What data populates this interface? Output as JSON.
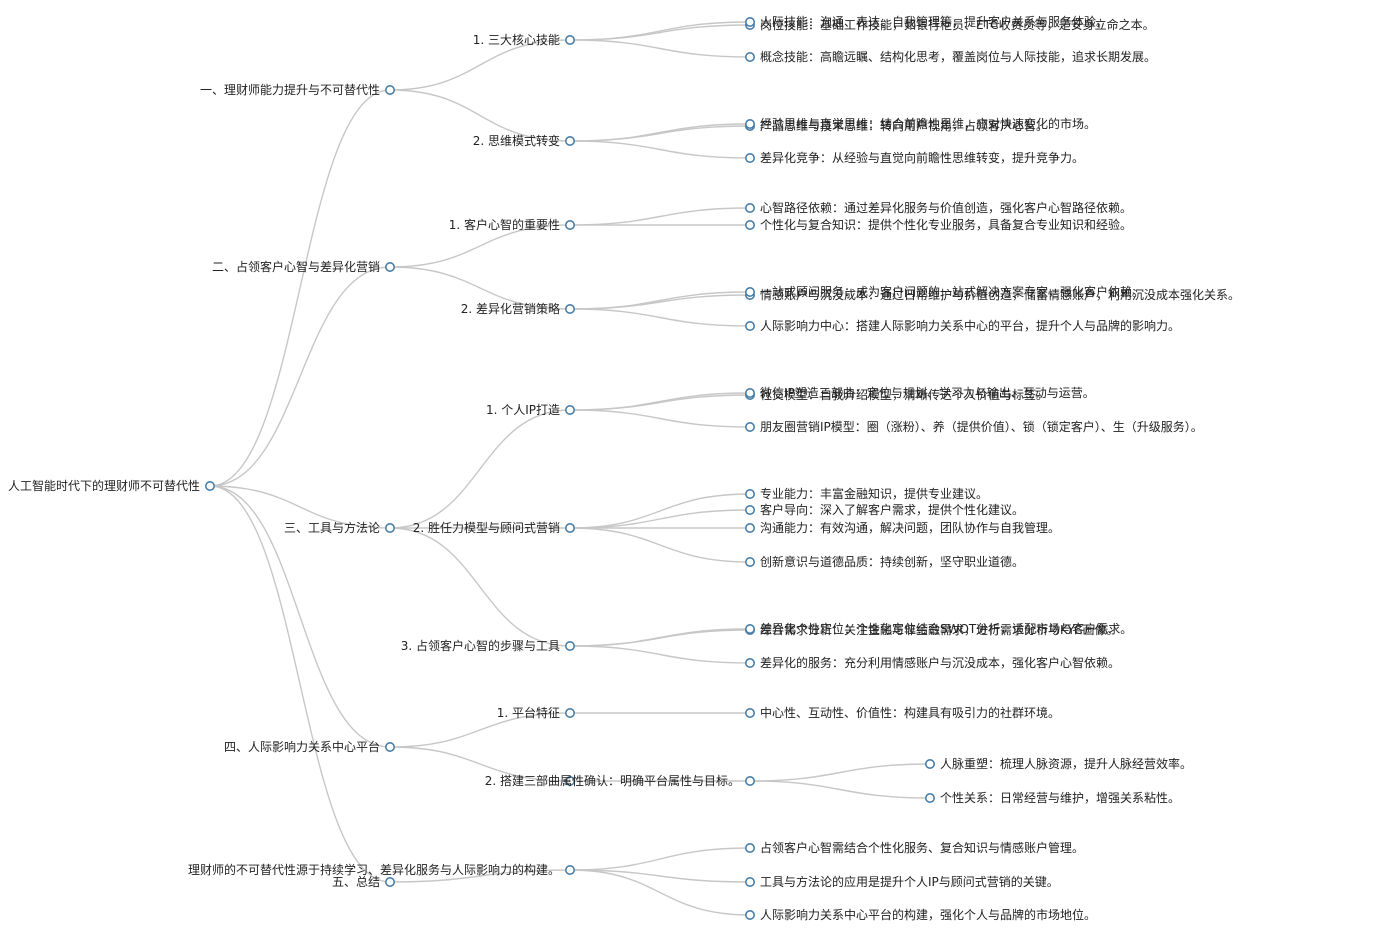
{
  "colors": {
    "link": "#c7c7c7",
    "node_stroke": "#4a7fa8",
    "node_fill": "#ffffff",
    "text": "#222222"
  },
  "tree": {
    "id": "root",
    "label": "人工智能时代下的理财师不可替代性",
    "children": [
      {
        "id": "s1",
        "label": "一、理财师能力提升与不可替代性",
        "children": [
          {
            "id": "s1a",
            "label": "1. 三大核心技能",
            "children": [
              {
                "id": "s1a1",
                "label": "岗位技能：基础工作技能，如银行柜员、ETC收费员等，是安身立命之本。"
              },
              {
                "id": "s1a2",
                "label": "人际技能：沟通、表达、自我管理等，提升客户关系与服务体验。"
              },
              {
                "id": "s1a3",
                "label": "概念技能：高瞻远瞩、结构化思考，覆盖岗位与人际技能，追求长期发展。"
              }
            ]
          },
          {
            "id": "s1b",
            "label": "2. 思维模式转变",
            "children": [
              {
                "id": "s1b1",
                "label": "产品思维与技术思维：转向用户视角，占领客户心智。"
              },
              {
                "id": "s1b2",
                "label": "经验思维与直觉思维：结合前瞻性思维，应对快速变化的市场。"
              },
              {
                "id": "s1b3",
                "label": "差异化竞争：从经验与直觉向前瞻性思维转变，提升竞争力。"
              }
            ]
          }
        ]
      },
      {
        "id": "s2",
        "label": "二、占领客户心智与差异化营销",
        "children": [
          {
            "id": "s2a",
            "label": "1. 客户心智的重要性",
            "children": [
              {
                "id": "s2a1",
                "label": "心智路径依赖：通过差异化服务与价值创造，强化客户心智路径依赖。"
              },
              {
                "id": "s2a2",
                "label": "个性化与复合知识：提供个性化专业服务，具备复合专业知识和经验。"
              }
            ]
          },
          {
            "id": "s2b",
            "label": "2. 差异化营销策略",
            "children": [
              {
                "id": "s2b1",
                "label": "情感账户与沉没成本：通过日常维护与价值创造，储蓄情感账户，利用沉没成本强化关系。"
              },
              {
                "id": "s2b2",
                "label": "一站式顾问服务：成为客户问题的一站式解决方案专家，强化客户依赖。"
              },
              {
                "id": "s2b3",
                "label": "人际影响力中心：搭建人际影响力关系中心的平台，提升个人与品牌的影响力。"
              }
            ]
          }
        ]
      },
      {
        "id": "s3",
        "label": "三、工具与方法论",
        "children": [
          {
            "id": "s3a",
            "label": "1. 个人IP打造",
            "children": [
              {
                "id": "s3a1",
                "label": "社交模型：自我介绍模型，清晰传达个人价值与标签。"
              },
              {
                "id": "s3a2",
                "label": "微信IP塑造三部曲：定位与规划、学习力与输出、互动与运营。"
              },
              {
                "id": "s3a3",
                "label": "朋友圈营销IP模型：圈（涨粉）、养（提供价值）、锁（锁定客户）、生（升级服务）。"
              }
            ]
          },
          {
            "id": "s3b",
            "label": "2. 胜任力模型与顾问式营销",
            "children": [
              {
                "id": "s3b1",
                "label": "客户导向：深入了解客户需求，提供个性化建议。"
              },
              {
                "id": "s3b2",
                "label": "专业能力：丰富金融知识，提供专业建议。"
              },
              {
                "id": "s3b3",
                "label": "沟通能力：有效沟通，解决问题，团队协作与自我管理。"
              },
              {
                "id": "s3b4",
                "label": "创新意识与道德品质：持续创新，坚守职业道德。"
              }
            ]
          },
          {
            "id": "s3c",
            "label": "3. 占领客户心智的步骤与工具",
            "children": [
              {
                "id": "s3c1",
                "label": "综合需求分析：关注金融与非金融需求，进行需求分析与KYC画像。"
              },
              {
                "id": "s3c2",
                "label": "差异化个性定位：个性化定位结合SWOT分析，适配市场与客户需求。"
              },
              {
                "id": "s3c3",
                "label": "差异化的服务：充分利用情感账户与沉没成本，强化客户心智依赖。"
              }
            ]
          }
        ]
      },
      {
        "id": "s4",
        "label": "四、人际影响力关系中心平台",
        "children": [
          {
            "id": "s4a",
            "label": "1. 平台特征",
            "children": [
              {
                "id": "s4a1",
                "label": "中心性、互动性、价值性：构建具有吸引力的社群环境。"
              }
            ]
          },
          {
            "id": "s4b",
            "label": "2. 搭建三部曲",
            "children": [
              {
                "id": "s4b1",
                "label": "属性确认：明确平台属性与目标。",
                "children": [
                  {
                    "id": "s4b1a",
                    "label": "人脉重塑：梳理人脉资源，提升人脉经营效率。"
                  },
                  {
                    "id": "s4b1b",
                    "label": "个性关系：日常经营与维护，增强关系粘性。"
                  }
                ]
              }
            ]
          }
        ]
      },
      {
        "id": "s5",
        "label": "五、总结",
        "children": [
          {
            "id": "s5a",
            "label": "理财师的不可替代性源于持续学习、差异化服务与人际影响力的构建。",
            "children": [
              {
                "id": "s5a1",
                "label": "占领客户心智需结合个性化服务、复合知识与情感账户管理。"
              },
              {
                "id": "s5a2",
                "label": "工具与方法论的应用是提升个人IP与顾问式营销的关键。"
              },
              {
                "id": "s5a3",
                "label": "人际影响力关系中心平台的构建，强化个人与品牌的市场地位。"
              }
            ]
          }
        ]
      }
    ]
  }
}
